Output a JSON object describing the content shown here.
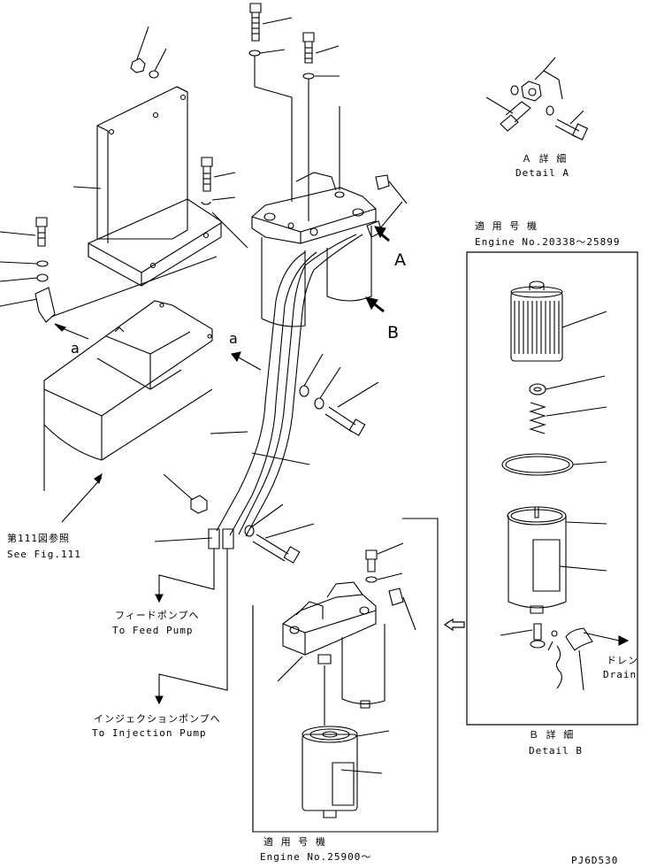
{
  "labels": {
    "detail_a_jp": "Ａ 詳 細",
    "detail_a_en": "Detail A",
    "detail_b_jp": "Ｂ 詳 細",
    "detail_b_en": "Detail B",
    "engine_range1_jp": "適 用 号 機",
    "engine_range1_en": "Engine No.20338～25899",
    "engine_range2_jp": "適 用 号 機",
    "engine_range2_en": "Engine No.25900～",
    "feed_pump_jp": "フィードポンプへ",
    "feed_pump_en": "To Feed Pump",
    "injection_pump_jp": "インジェクションポンプへ",
    "injection_pump_en": "To Injection Pump",
    "see_fig_jp": "第111図参照",
    "see_fig_en": "See Fig.111",
    "drain_jp": "ドレン",
    "drain_en": "Drain",
    "arrow_a": "A",
    "arrow_b": "B",
    "ref_a1": "a",
    "ref_a2": "a",
    "drawing_code": "PJ6D530"
  }
}
